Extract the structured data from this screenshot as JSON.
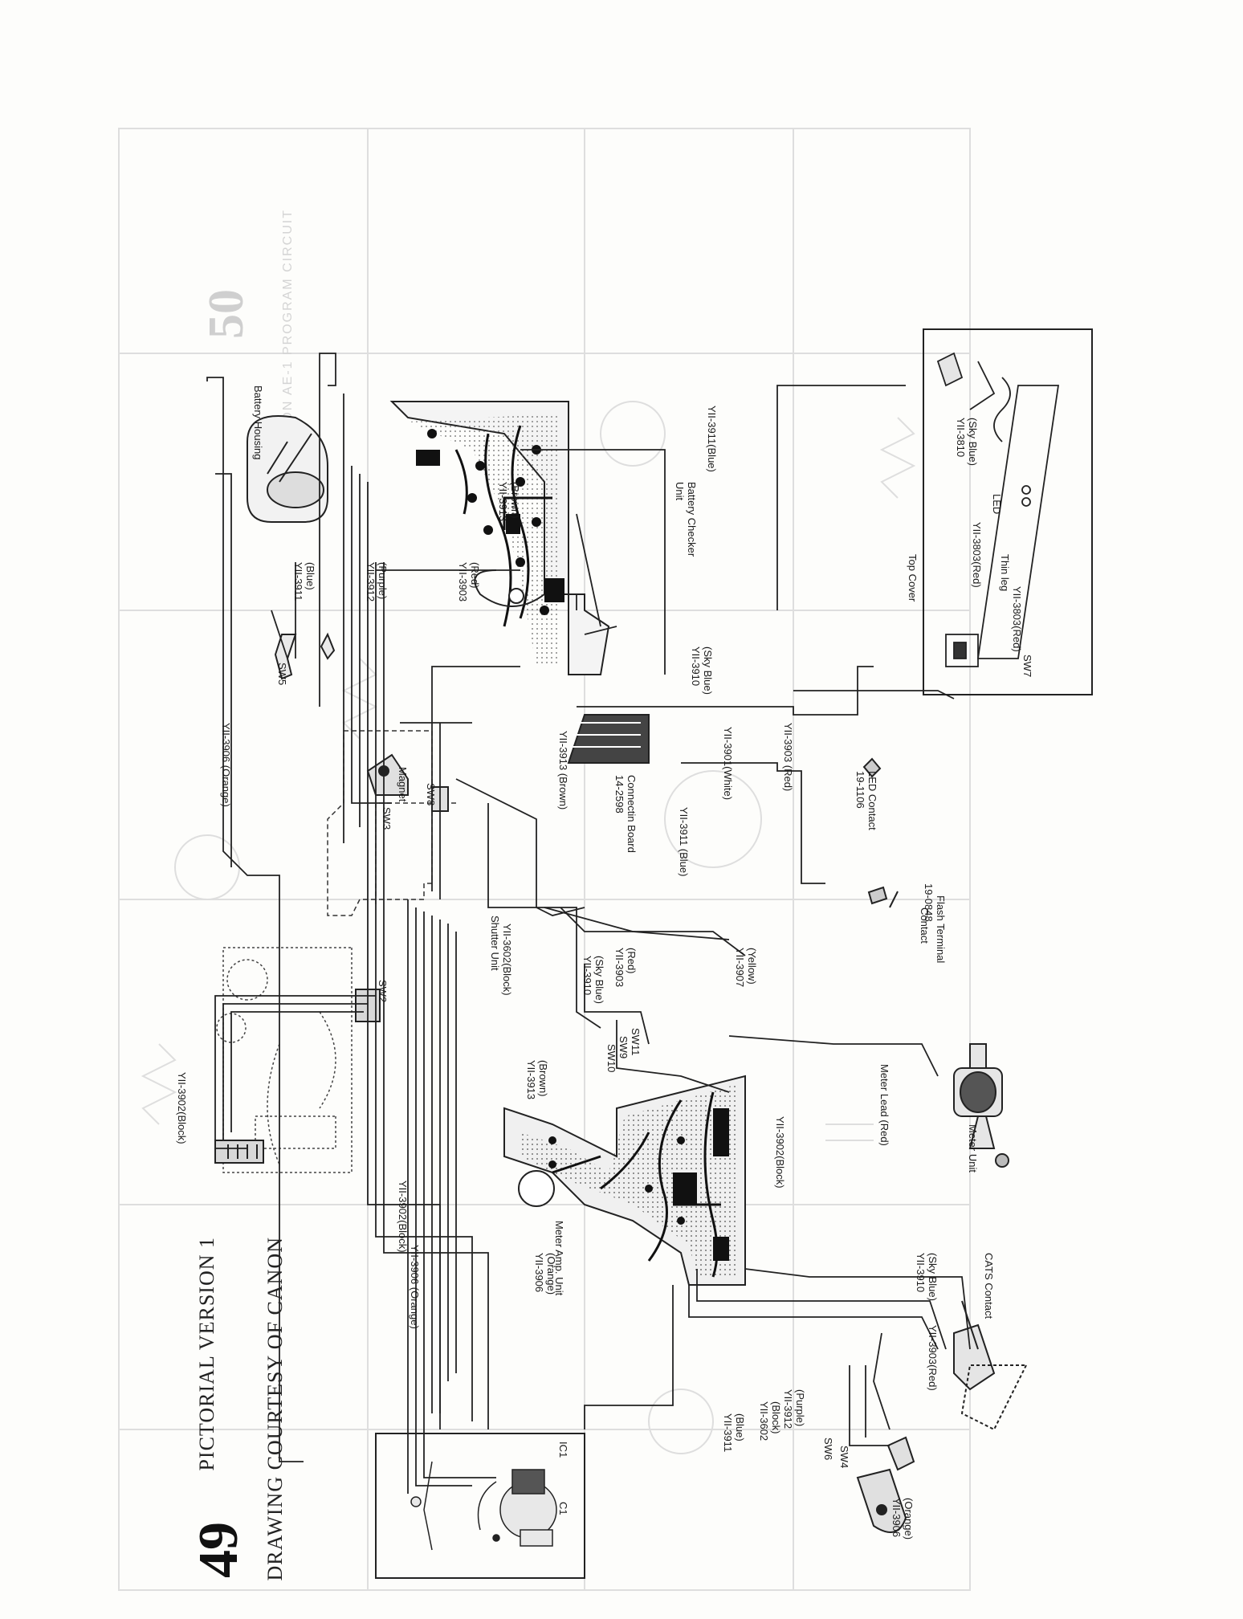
{
  "page": {
    "number": "49",
    "credit": "DRAWING COURTESY OF CANON",
    "version": "PICTORIAL VERSION 1",
    "ghost_number": "50"
  },
  "components": {
    "top_cover": "Top Cover",
    "led": "LED",
    "thin_leg": "Thin leg",
    "sw7": "SW7",
    "battery_housing": "Battery Housing",
    "battery_checker_unit_1": "Battery Checker",
    "battery_checker_unit_2": "Unit",
    "sw5": "SW5",
    "led_contact_1": "19-1106",
    "led_contact_2": "LED Contact",
    "flash_terminal_1": "19-0848",
    "flash_terminal_2": "Flash Terminal",
    "flash_terminal_3": "Contact",
    "connecting_board_1": "14-2598",
    "connecting_board_2": "Connectin Board",
    "magnet": "Magnet",
    "sw8": "SW8",
    "sw3": "SW3",
    "shutter_unit": "Shutter Unit",
    "sw2": "SW2",
    "meter_unit": "Meter Unit",
    "meter_lead": "Meter Lead (Red)",
    "sw11": "SW11",
    "sw9": "SW9",
    "sw10": "SW10",
    "meter_amp_unit": "Meter Amp. Unit",
    "cats_contact": "CATS Contact",
    "sw6": "SW6",
    "sw4": "SW4",
    "ic1": "IC1",
    "c1": "C1"
  },
  "wires": {
    "w3911_blue_top": "YII-3911(Blue)",
    "w3810_1": "YII-3810",
    "w3810_2": "(Sky Blue)",
    "w3803_red": "YII-3803(Red)",
    "w3803_red_b": "YII-3803(Red)",
    "w3913_a": "YII-3913",
    "w3913_b": "(Brown)",
    "w3903_a": "YII-3903",
    "w3903_b": "(Red)",
    "w3912_a": "YII-3912",
    "w3912_b": "(Purple)",
    "w3911_a": "YII-3911",
    "w3911_b": "(Blue)",
    "w3910_a": "YII-3910",
    "w3910_b": "(Sky Blue)",
    "w3903_red_mid": "YII-3903 (Red)",
    "w3906_orange_left": "YII-3906 (Orange)",
    "w3913_brown_mid": "YII-3913 (Brown)",
    "w3901_white": "YII-3901(White)",
    "w3911_blue_mid": "YII-3911 (Blue)",
    "w3602_block": "YII-3602(Block)",
    "w3907_a": "YII-3907",
    "w3907_b": "(Yellow)",
    "w3903_c": "YII-3903",
    "w3903_d": "(Red)",
    "w3910_c": "YII-3910",
    "w3910_d": "(Sky Blue)",
    "w3913_c": "YII-3913",
    "w3913_d": "(Brown)",
    "w3902_block_left": "YII-3902(Block)",
    "w3902_block_center": "YII-3902(Block)",
    "w3902_block_right": "YII-3902(Block)",
    "w3906_orange_bottom": "YII-3906 (Orange)",
    "w3906_c": "YII-3906",
    "w3906_d": "(Orange)",
    "w3910_e": "YII-3910",
    "w3910_f": "(Sky Blue)",
    "w3903_red_right": "YII-3903(Red)",
    "w3912_c": "YII-3912",
    "w3912_d": "(Purple)",
    "w3602_c": "YII-3602",
    "w3602_d": "(Block)",
    "w3911_c": "YII-3911",
    "w3911_d": "(Blue)",
    "w3906_e": "YII-3906",
    "w3906_f": "(Orange)"
  }
}
